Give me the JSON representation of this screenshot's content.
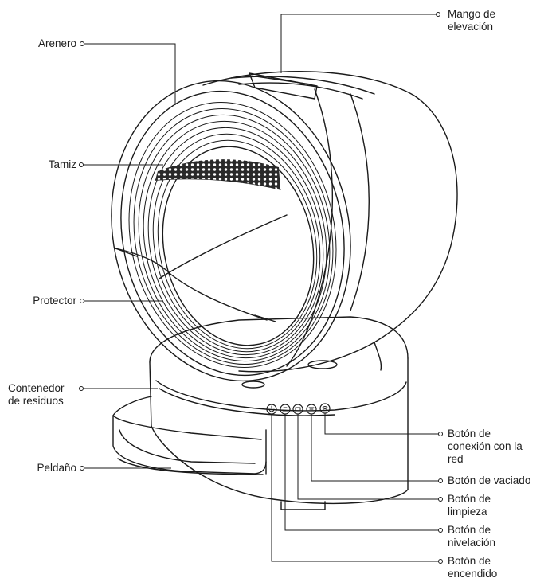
{
  "labels": {
    "arenero": "Arenero",
    "tamiz": "Tamiz",
    "protector": "Protector",
    "contenedor_1": "Contenedor",
    "contenedor_2": "de residuos",
    "peldano": "Peldaño",
    "mango_1": "Mango de",
    "mango_2": "elevación",
    "conexion_1": "Botón de",
    "conexion_2": "conexión con la",
    "conexion_3": "red",
    "vaciado": "Botón de vaciado",
    "limpieza_1": "Botón de",
    "limpieza_2": "limpieza",
    "nivelacion_1": "Botón de",
    "nivelacion_2": "nivelación",
    "encendido_1": "Botón de",
    "encendido_2": "encendido"
  },
  "colors": {
    "line": "#1a1a1a",
    "background": "#ffffff",
    "mesh": "#2a2a2a"
  }
}
